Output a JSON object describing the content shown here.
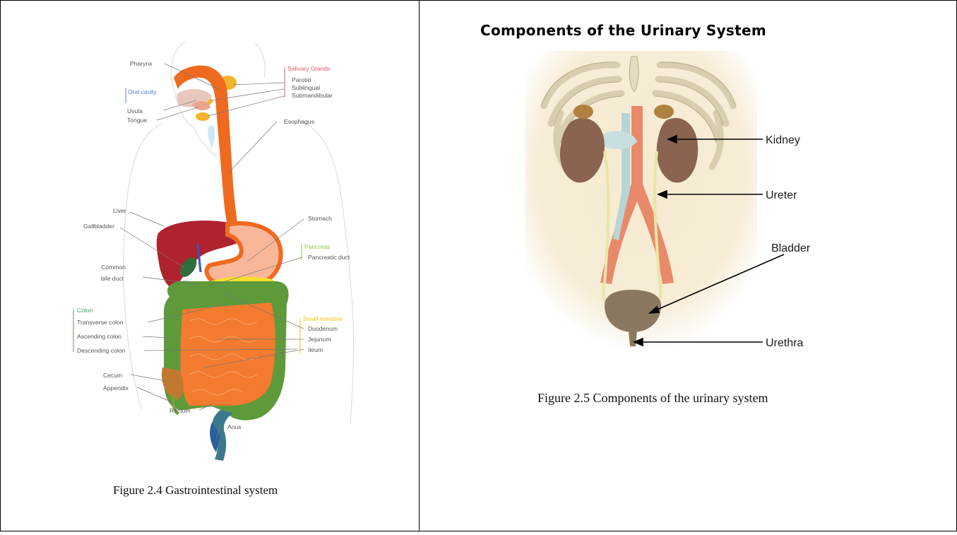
{
  "figure_left": {
    "caption": "Figure 2.4 Gastrointestinal system",
    "labels": {
      "pharynx": "Pharynx",
      "oral_cavity": "Oral cavity",
      "uvula": "Uvula",
      "tongue": "Tongue",
      "salivary_glands": "Salivary Glands",
      "parotid": "Parotid",
      "sublingual": "Sublingual",
      "submandibular": "Submandibular",
      "esophagus": "Esophagus",
      "liver": "Liver",
      "gallbladder": "Gallbladder",
      "stomach": "Stomach",
      "pancreas": "Pancreas",
      "pancreatic_duct": "Pancreatic duct",
      "common_bile_duct_1": "Common",
      "common_bile_duct_2": "bile duct",
      "colon": "Colon",
      "transverse_colon": "Transverse colon",
      "ascending_colon": "Ascending colon",
      "descending_colon": "Descending colon",
      "small_intestine": "Small intestine",
      "duodenum": "Duodenum",
      "jejunum": "Jejunum",
      "ileum": "Ileum",
      "cecum": "Cecum",
      "appendix": "Appendix",
      "rectum": "Rectum",
      "anus": "Anus"
    }
  },
  "figure_right": {
    "title": "Components of the Urinary System",
    "caption": "Figure 2.5 Components of the urinary system",
    "labels": {
      "kidney": "Kidney",
      "ureter": "Ureter",
      "bladder": "Bladder",
      "urethra": "Urethra"
    }
  },
  "colors": {
    "esophagus_orange": "#ef6a1f",
    "liver_red": "#b0222e",
    "colon_green": "#5e9a3a",
    "intestine_orange": "#f37a2e",
    "kidney_brown": "#8a6450",
    "skin_beige": "#f6ead0",
    "salivary_label_red": "#e0566c",
    "oral_cavity_blue": "#4d7fc8",
    "pancreas_green": "#8dc63f",
    "small_intestine_yellow": "#f2c200",
    "colon_label_green": "#4f9a5b"
  }
}
